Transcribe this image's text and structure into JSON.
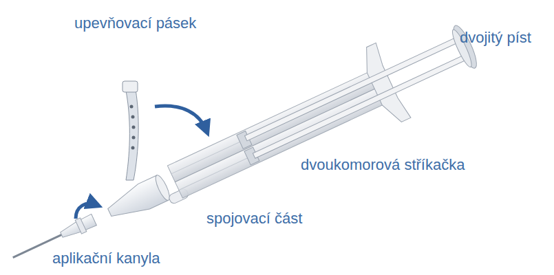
{
  "diagram": {
    "labels": [
      "upevňovací pásek",
      "dvojitý píst",
      "dvoukomorová stříkačka",
      "spojovací část",
      "aplikační kanyla"
    ]
  }
}
